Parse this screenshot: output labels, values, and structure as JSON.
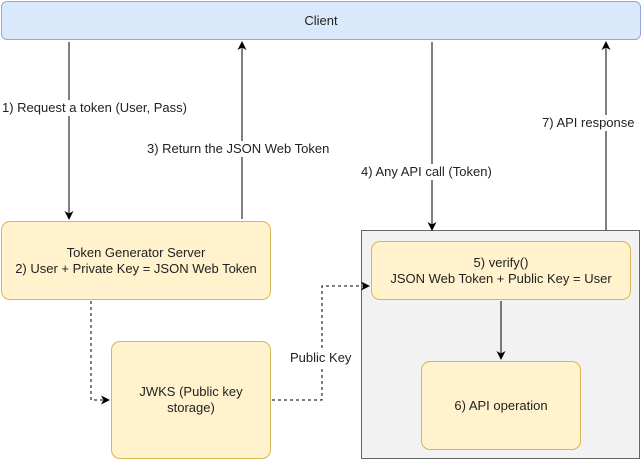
{
  "client": {
    "label": "Client"
  },
  "token_generator": {
    "line1": "Token Generator Server",
    "line2": "2) User + Private Key = JSON Web Token"
  },
  "jwks": {
    "line1": "JWKS (Public key",
    "line2": "storage)"
  },
  "verify": {
    "line1": "5) verify()",
    "line2": "JSON Web Token + Public Key = User"
  },
  "api_operation": {
    "label": "6) API operation"
  },
  "edges": {
    "request_token": "1) Request a token (User, Pass)",
    "return_jwt": "3) Return the JSON Web Token",
    "api_call": "4) Any API call (Token)",
    "public_key": "Public Key",
    "api_response": "7) API response"
  },
  "colors": {
    "client_fill": "#dae8fc",
    "node_fill": "#fff2cc",
    "node_stroke": "#d6b656",
    "group_fill": "#f2f2f2"
  }
}
